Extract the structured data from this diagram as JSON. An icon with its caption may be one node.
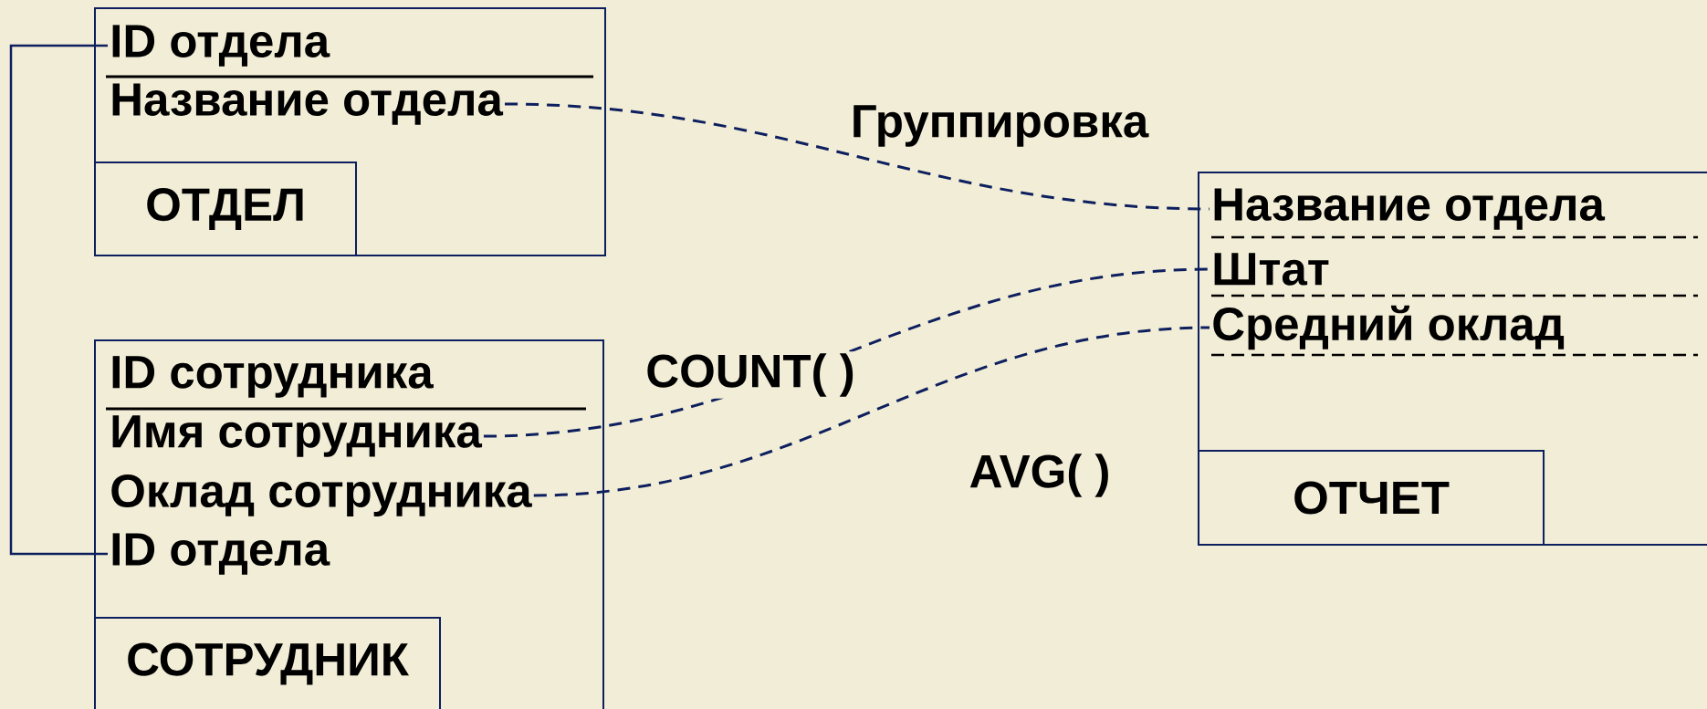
{
  "diagram": {
    "nodes": [
      {
        "text": [
          "ОТДЕЛ"
        ]
      },
      {
        "text": [
          "ID отдела"
        ],
        "in": 0
      },
      {
        "text": [
          "Название отдела"
        ],
        "in": 0
      },
      {
        "text": [
          "СОТРУДНИК"
        ]
      },
      {
        "text": [
          "ID сотрудника"
        ],
        "in": 3
      },
      {
        "text": [
          "Имя сотрудника"
        ],
        "in": 3
      },
      {
        "text": [
          "Оклад сотрудника"
        ],
        "in": 3
      },
      {
        "text": [
          "ID отдела"
        ],
        "in": 3
      },
      {
        "text": [
          "ОТЧЕТ"
        ]
      },
      {
        "text": [
          "Название отдела"
        ],
        "in": 8
      },
      {
        "text": [
          "Штат"
        ],
        "in": 8
      },
      {
        "text": [
          "Средний оклад"
        ],
        "in": 8
      }
    ],
    "edges": [
      {
        "from": 1,
        "to": 7,
        "arrow": "none"
      },
      {
        "from": 2,
        "to": 9,
        "arrow": "none",
        "style": "dashed",
        "label": "Группировка"
      },
      {
        "from": 5,
        "to": 10,
        "arrow": "none",
        "style": "dashed",
        "label": "COUNT( )"
      },
      {
        "from": 6,
        "to": 11,
        "arrow": "none",
        "style": "dashed",
        "label": "AVG( )"
      }
    ]
  }
}
